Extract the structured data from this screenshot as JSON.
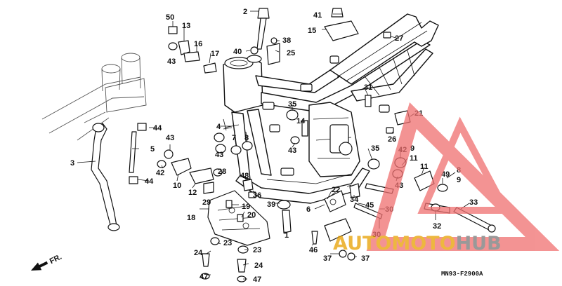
{
  "diagram": {
    "drawing_code": "MN93-F2900A",
    "direction_label": "FR.",
    "callouts": [
      "1",
      "2",
      "3",
      "4",
      "5",
      "6",
      "7",
      "8",
      "9",
      "10",
      "11",
      "12",
      "13",
      "15",
      "16",
      "17",
      "18",
      "19",
      "20",
      "21",
      "22",
      "23",
      "24",
      "25",
      "26",
      "27",
      "28",
      "29",
      "30",
      "31",
      "32",
      "33",
      "34",
      "35",
      "36",
      "37",
      "38",
      "39",
      "40",
      "41",
      "42",
      "43",
      "44",
      "45",
      "46",
      "47",
      "48",
      "49",
      "50"
    ]
  },
  "watermark": {
    "text_part_1": "AUTOMOTO",
    "text_part_2": "HUB",
    "color_1": "#e8a000",
    "color_2": "#777777",
    "triangle_color": "#f07070"
  }
}
